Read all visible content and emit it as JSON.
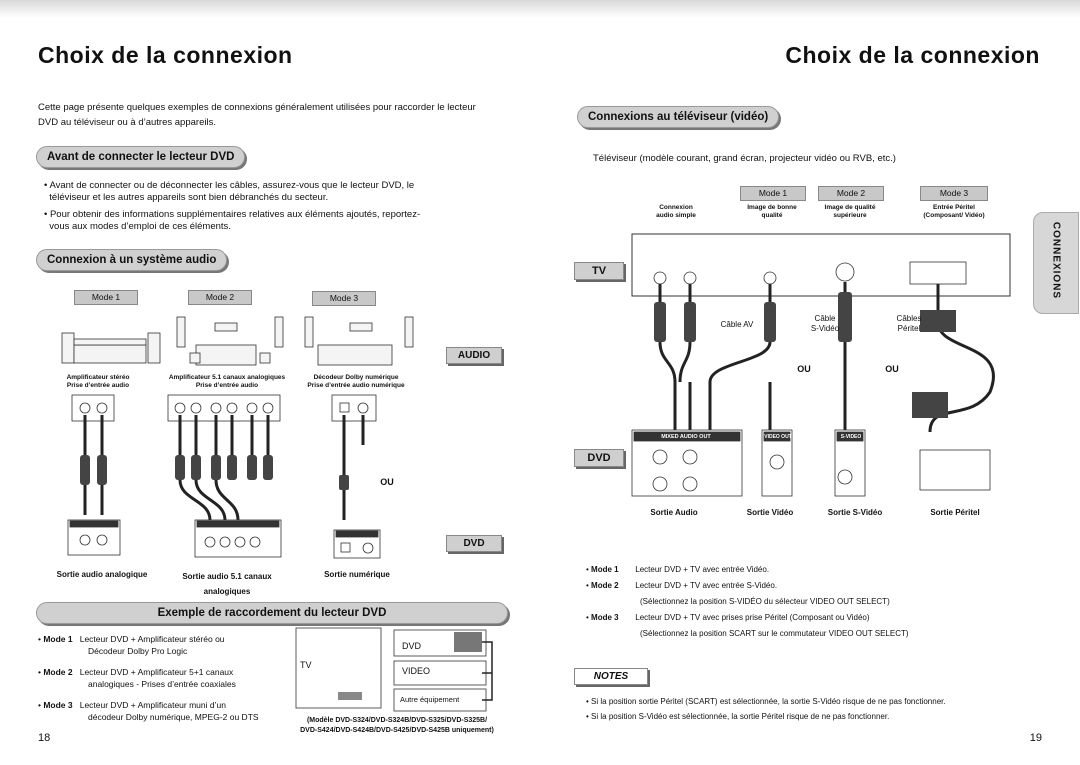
{
  "left": {
    "title": "Choix de la connexion",
    "intro_line1": "Cette page présente quelques exemples de connexions généralement utilisées pour raccorder le lecteur",
    "intro_line2": "DVD au téléviseur ou à d’autres appareils.",
    "section1": "Avant de connecter le lecteur DVD",
    "bullet1_line1": "Avant de connecter ou de déconnecter les câbles, assurez-vous que le lecteur DVD, le",
    "bullet1_line2": "téléviseur et les autres appareils sont bien débranchés du secteur.",
    "bullet2_line1": "Pour obtenir des informations supplémentaires relatives aux éléments ajoutés, reportez-",
    "bullet2_line2": "vous aux modes d’emploi de ces éléments.",
    "section2": "Connexion à un système audio",
    "mode1": "Mode 1",
    "mode2": "Mode 2",
    "mode3": "Mode 3",
    "amp1_a": "Amplificateur stéréo",
    "amp1_b": "Prise d’entrée audio",
    "amp2_a": "Amplificateur 5.1 canaux analogiques",
    "amp2_b": "Prise d’entrée audio",
    "amp3_a": "Décodeur Dolby numérique",
    "amp3_b": "Prise d’entrée audio numérique",
    "audio_tag": "AUDIO",
    "dvd_tag": "DVD",
    "ou": "OU",
    "out1": "Sortie audio analogique",
    "out2_a": "Sortie audio 5.1 canaux",
    "out2_b": "analogiques",
    "out3": "Sortie numérique",
    "section3": "Exemple de raccordement du lecteur DVD",
    "modes": [
      {
        "label": "Mode 1",
        "l1": "Lecteur DVD + Amplificateur stéréo ou",
        "l2": "Décodeur Dolby Pro Logic"
      },
      {
        "label": "Mode 2",
        "l1": "Lecteur DVD + Amplificateur 5+1 canaux",
        "l2": "analogiques - Prises d’entrée coaxiales"
      },
      {
        "label": "Mode 3",
        "l1": "Lecteur DVD + Amplificateur muni d’un",
        "l2": "décodeur Dolby numérique, MPEG-2 ou DTS"
      }
    ],
    "ex_dvd": "DVD",
    "ex_tv": "TV",
    "ex_video": "VIDEO",
    "ex_other": "Autre équipement",
    "model_note1": "(Modèle DVD-S324/DVD-S324B/DVD-S325/DVD-S325B/",
    "model_note2": "DVD-S424/DVD-S424B/DVD-S425/DVD-S425B uniquement)",
    "page_number": "18"
  },
  "right": {
    "title": "Choix de la connexion",
    "section1": "Connexions au téléviseur (vidéo)",
    "tv_desc": "Téléviseur (modèle courant, grand écran, projecteur vidéo ou RVB, etc.)",
    "mode1": "Mode 1",
    "mode2": "Mode 2",
    "mode3": "Mode 3",
    "h_conn_a": "Connexion",
    "h_conn_b": "audio simple",
    "h_m1_a": "Image de bonne",
    "h_m1_b": "qualité",
    "h_m2_a": "Image de qualité",
    "h_m2_b": "supérieure",
    "h_m3_a": "Entrée Péritel",
    "h_m3_b": "(Composant/ Vidéo)",
    "tv_tag": "TV",
    "dvd_tag": "DVD",
    "cable_av": "Câble AV",
    "cable_sv_a": "Câble",
    "cable_sv_b": "S-Vidéo",
    "cable_per_a": "Câbles",
    "cable_per_b": "Péritel",
    "ou1": "OU",
    "ou2": "OU",
    "mixed_out": "MIXED AUDIO OUT",
    "video_out": "VIDEO OUT",
    "svideo_out": "S-VIDEO OUT",
    "out_audio": "Sortie Audio",
    "out_video": "Sortie Vidéo",
    "out_svideo": "Sortie S-Vidéo",
    "out_peritel": "Sortie Péritel",
    "mode_lines": [
      {
        "label": "Mode 1",
        "text": "Lecteur DVD + TV avec entrée Vidéo."
      },
      {
        "label": "Mode 2",
        "text": "Lecteur DVD + TV avec entrée S-Vidéo."
      },
      {
        "label": "",
        "text": "(Sélectionnez la position S-VIDÉO du sélecteur VIDEO OUT SELECT)"
      },
      {
        "label": "Mode 3",
        "text": "Lecteur DVD + TV avec prises prise Péritel (Composant ou Vidéo)"
      },
      {
        "label": "",
        "text": "(Sélectionnez la position SCART sur le commutateur VIDEO OUT SELECT)"
      }
    ],
    "notes_label": "NOTES",
    "note1": "Si la position sortie Péritel (SCART) est sélectionnée, la sortie S-Vidéo risque de ne pas fonctionner.",
    "note2": "Si la position S-Vidéo est sélectionnée, la sortie Péritel risque de ne pas fonctionner.",
    "side_tab": "CONNEXIONS",
    "page_number": "19"
  }
}
